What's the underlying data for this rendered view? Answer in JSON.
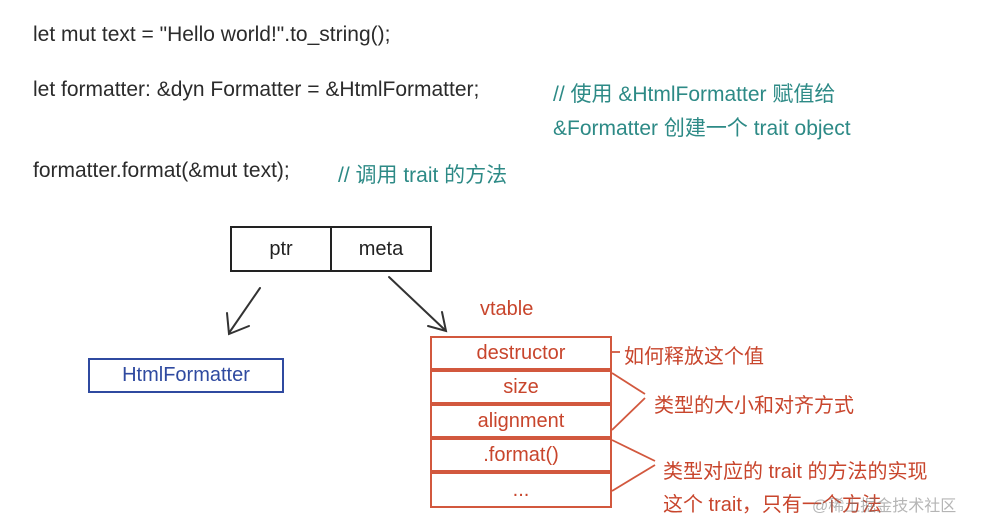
{
  "code": {
    "line1": "let mut text = \"Hello world!\".to_string();",
    "line2": "let formatter: &dyn Formatter = &HtmlFormatter;",
    "line2_comment_a": "// 使用 &HtmlFormatter 赋值给",
    "line2_comment_b": "&Formatter 创建一个 trait object",
    "line3": "formatter.format(&mut text);",
    "line3_comment": "// 调用 trait 的方法"
  },
  "pointer": {
    "ptr": "ptr",
    "meta": "meta"
  },
  "target": "HtmlFormatter",
  "vtable": {
    "label": "vtable",
    "cells": [
      "destructor",
      "size",
      "alignment",
      ".format()",
      "..."
    ]
  },
  "notes": {
    "destructor": "如何释放这个值",
    "size_align": "类型的大小和对齐方式",
    "methods_a": "类型对应的 trait 的方法的实现",
    "methods_b": "这个 trait，只有一个方法"
  },
  "watermark": "@稀土掘金技术社区",
  "colors": {
    "code": "#2b2b2b",
    "comment": "#2d8a86",
    "vtable": "#c8452c",
    "target": "#2f4aa0"
  }
}
